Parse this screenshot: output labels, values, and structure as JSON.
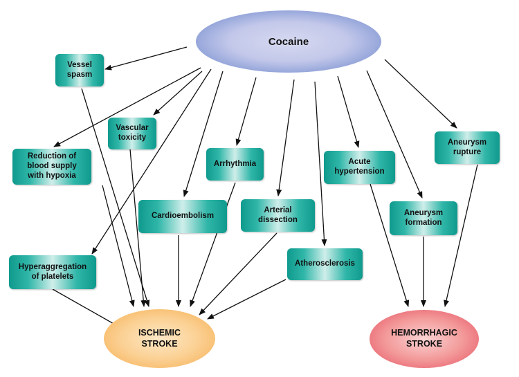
{
  "nodes": {
    "cocaine": "Cocaine",
    "vessel_spasm": "Vessel\nspasm",
    "vascular_toxicity": "Vascular\ntoxicity",
    "reduction_blood_supply": "Reduction of\nblood supply\nwith hypoxia",
    "arrhythmia": "Arrhythmia",
    "cardioembolism": "Cardioembolism",
    "arterial_dissection": "Arterial\ndissection",
    "acute_hypertension": "Acute\nhypertension",
    "aneurysm_rupture": "Aneurysm\nrupture",
    "aneurysm_formation": "Aneurysm\nformation",
    "atherosclerosis": "Atherosclerosis",
    "hyperaggregation": "Hyperaggregation\nof platelets",
    "ischemic_stroke": "ISCHEMIC\nSTROKE",
    "hemorrhagic_stroke": "HEMORRHAGIC\nSTROKE"
  },
  "edges": [
    [
      "cocaine",
      "vessel_spasm"
    ],
    [
      "cocaine",
      "vascular_toxicity"
    ],
    [
      "cocaine",
      "reduction_blood_supply"
    ],
    [
      "cocaine",
      "hyperaggregation"
    ],
    [
      "cocaine",
      "cardioembolism"
    ],
    [
      "cocaine",
      "arrhythmia"
    ],
    [
      "cocaine",
      "arterial_dissection"
    ],
    [
      "cocaine",
      "atherosclerosis"
    ],
    [
      "cocaine",
      "acute_hypertension"
    ],
    [
      "cocaine",
      "aneurysm_formation"
    ],
    [
      "cocaine",
      "aneurysm_rupture"
    ],
    [
      "vessel_spasm",
      "ischemic_stroke"
    ],
    [
      "vascular_toxicity",
      "ischemic_stroke"
    ],
    [
      "reduction_blood_supply",
      "ischemic_stroke"
    ],
    [
      "hyperaggregation",
      "ischemic_stroke"
    ],
    [
      "cardioembolism",
      "ischemic_stroke"
    ],
    [
      "arrhythmia",
      "ischemic_stroke"
    ],
    [
      "arterial_dissection",
      "ischemic_stroke"
    ],
    [
      "atherosclerosis",
      "ischemic_stroke"
    ],
    [
      "acute_hypertension",
      "hemorrhagic_stroke"
    ],
    [
      "aneurysm_formation",
      "hemorrhagic_stroke"
    ],
    [
      "aneurysm_rupture",
      "hemorrhagic_stroke"
    ]
  ],
  "colors": {
    "box_teal": "#1aa596",
    "cocaine_blue": "#6f8ccb",
    "ischemic_orange": "#f7b55e",
    "hemorrhagic_red": "#e85566",
    "arrow": "#111111"
  }
}
